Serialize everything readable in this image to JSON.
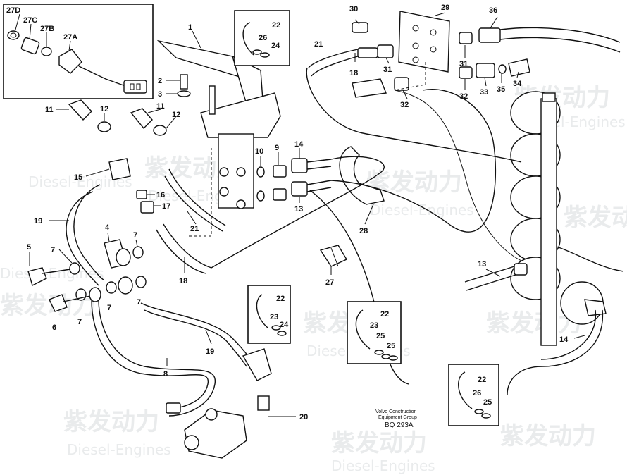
{
  "watermark": {
    "cn": "紫发动力",
    "en": "Diesel-Engines"
  },
  "caption": {
    "line1": "Volvo Construction",
    "line2": "Equipment Group",
    "code": "BQ 293A"
  },
  "callouts": {
    "c1": "1",
    "c2": "2",
    "c3": "3",
    "c4": "4",
    "c5": "5",
    "c6": "6",
    "c7a": "7",
    "c7b": "7",
    "c7c": "7",
    "c7d": "7",
    "c7e": "7",
    "c8": "8",
    "c9": "9",
    "c10": "10",
    "c11a": "11",
    "c11b": "11",
    "c12a": "12",
    "c12b": "12",
    "c13a": "13",
    "c13b": "13",
    "c14a": "14",
    "c14b": "14",
    "c15": "15",
    "c16": "16",
    "c17": "17",
    "c18a": "18",
    "c18b": "18",
    "c19a": "19",
    "c19b": "19",
    "c20": "20",
    "c21a": "21",
    "c21b": "21",
    "c27": "27",
    "c28": "28",
    "c29": "29",
    "c30": "30",
    "c31": "31",
    "c32a": "32",
    "c32b": "32",
    "c33": "33",
    "c34": "34",
    "c35": "35",
    "c36": "36",
    "c27d": "27D",
    "c27c": "27C",
    "c27b": "27B",
    "c27a": "27A"
  },
  "detail_boxes": {
    "top": {
      "a": "22",
      "b": "26",
      "c": "24"
    },
    "middle": {
      "a": "22",
      "b": "23",
      "c": "24"
    },
    "right": {
      "a": "22",
      "b": "23",
      "c": "25",
      "d": "25"
    },
    "bottom": {
      "a": "22",
      "b": "26",
      "c": "25"
    }
  }
}
